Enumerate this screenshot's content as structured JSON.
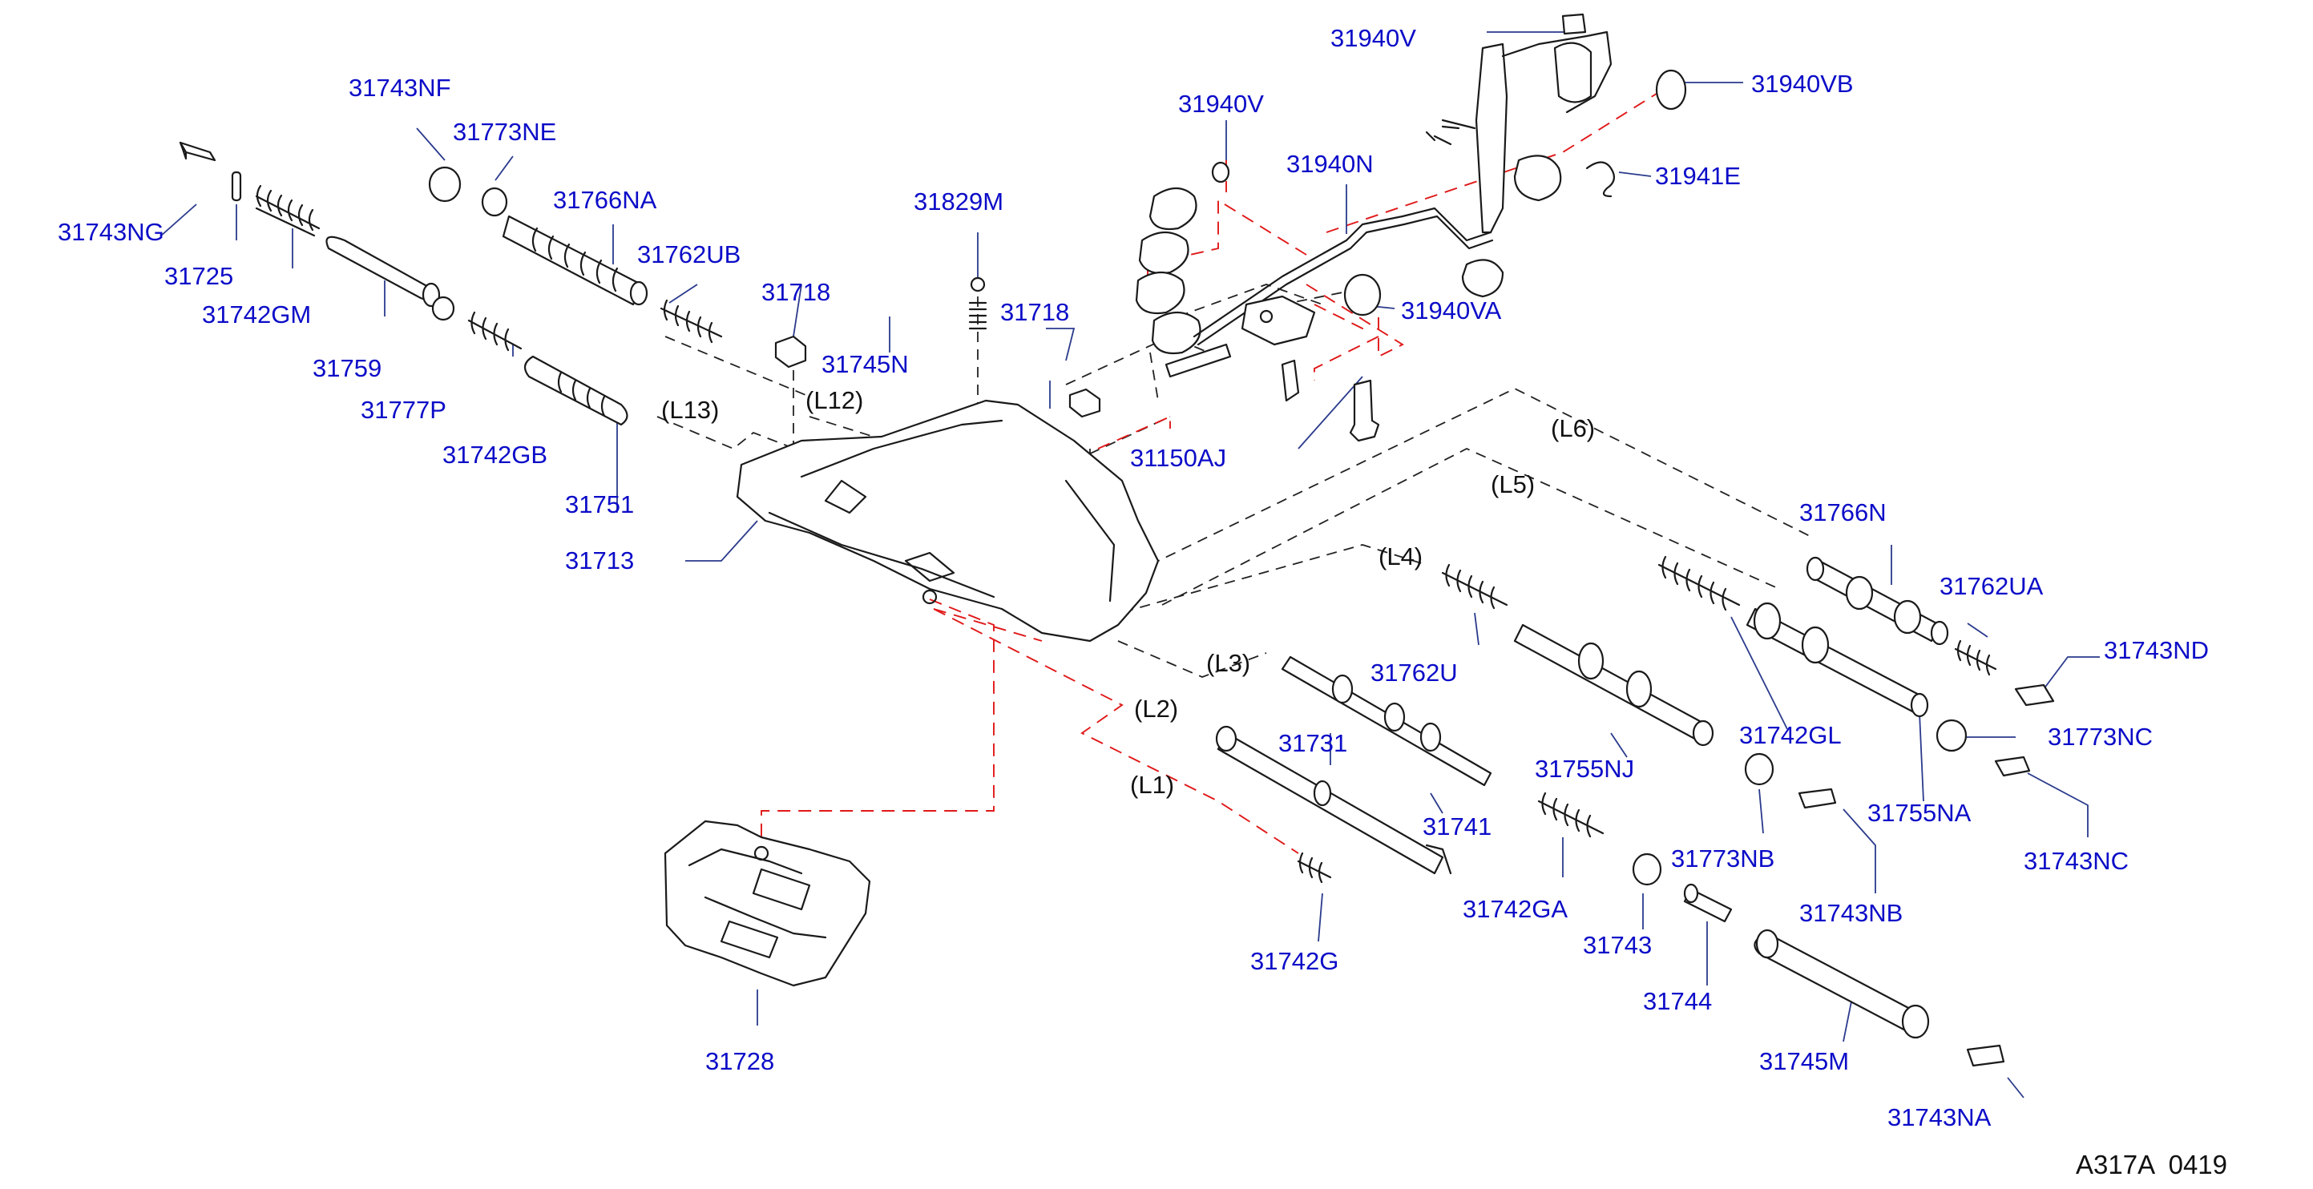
{
  "parts": {
    "p31940V_a": "31940V",
    "p31940VB": "31940VB",
    "p31743NF": "31743NF",
    "p31940V_b": "31940V",
    "p31773NE": "31773NE",
    "p31940N": "31940N",
    "p31941E": "31941E",
    "p31766NA": "31766NA",
    "p31743NG": "31743NG",
    "p31829M": "31829M",
    "p31762UB": "31762UB",
    "p31725": "31725",
    "p31718_a": "31718",
    "p31742GM": "31742GM",
    "p31940VA": "31940VA",
    "p31718_b": "31718",
    "p31745N": "31745N",
    "p31759": "31759",
    "p31777P": "31777P",
    "p31150AJ": "31150AJ",
    "p31742GB": "31742GB",
    "p31751": "31751",
    "p31766N": "31766N",
    "p31713": "31713",
    "p31762UA": "31762UA",
    "p31743ND": "31743ND",
    "p31762U": "31762U",
    "p31773NC": "31773NC",
    "p31742GL": "31742GL",
    "p31731": "31731",
    "p31755NJ": "31755NJ",
    "p31755NA": "31755NA",
    "p31741": "31741",
    "p31773NB": "31773NB",
    "p31743NC": "31743NC",
    "p31742GA": "31742GA",
    "p31743NB": "31743NB",
    "p31743": "31743",
    "p31742G": "31742G",
    "p31744": "31744",
    "p31728": "31728",
    "p31745M": "31745M",
    "p31743NA": "31743NA"
  },
  "line_labels": {
    "L13": "(L13)",
    "L12": "(L12)",
    "L6": "(L6)",
    "L5": "(L5)",
    "L4": "(L4)",
    "L3": "(L3)",
    "L2": "(L2)",
    "L1": "(L1)"
  },
  "diagram_code": "A317A  0419",
  "colors": {
    "part_label": "#0c0cc8",
    "leader": "#2a3a8c",
    "drawing": "#1a1a1a",
    "red_dash": "#e01818"
  }
}
